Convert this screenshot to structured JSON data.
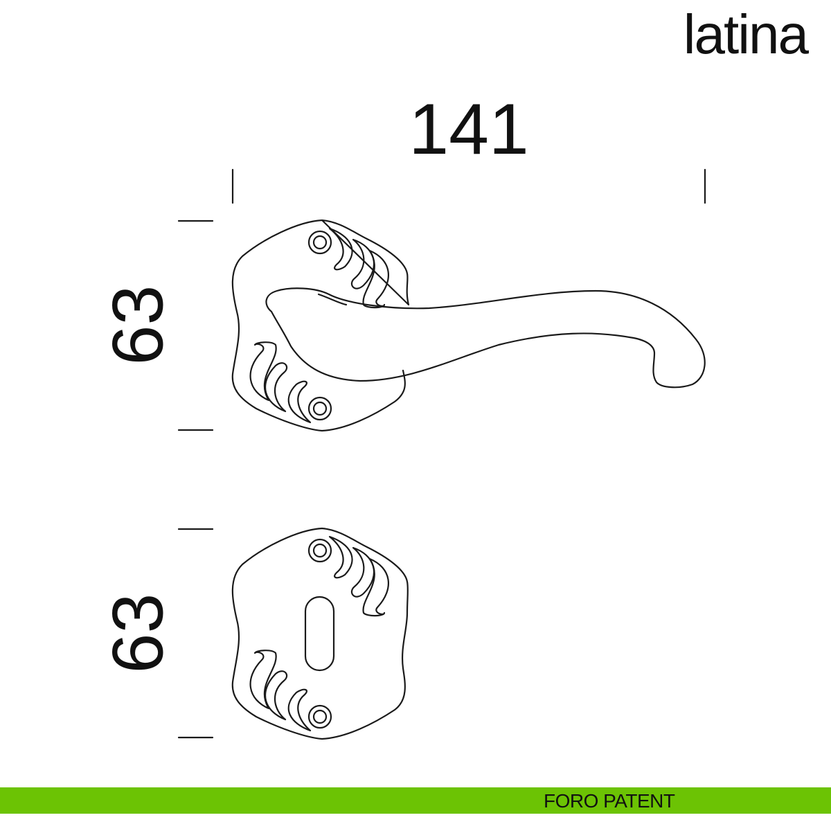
{
  "brand": "latina",
  "dimensions": {
    "width": "141",
    "rosette_height": "63",
    "escutcheon_height": "63"
  },
  "footer": {
    "label": "FORO PATENT"
  },
  "colors": {
    "accent": "#6cc304",
    "line": "#1a1a1a"
  }
}
